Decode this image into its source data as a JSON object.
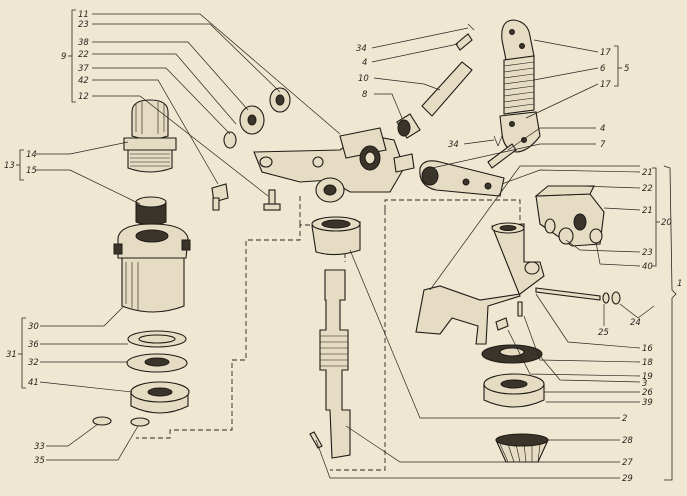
{
  "labels": {
    "l1": "1",
    "l2": "2",
    "l3": "3",
    "l4a": "4",
    "l4b": "4",
    "l5": "5",
    "l6": "6",
    "l7": "7",
    "l8": "8",
    "l9": "9",
    "l10": "10",
    "l11": "11",
    "l12": "12",
    "l13": "13",
    "l14": "14",
    "l15": "15",
    "l16": "16",
    "l17a": "17",
    "l17b": "17",
    "l18": "18",
    "l19": "19",
    "l20": "20",
    "l21a": "21",
    "l21b": "21",
    "l22a": "22",
    "l22b": "22",
    "l23a": "23",
    "l23b": "23",
    "l24": "24",
    "l25": "25",
    "l26": "26",
    "l27": "27",
    "l28": "28",
    "l29": "29",
    "l30": "30",
    "l31": "31",
    "l32": "32",
    "l33": "33",
    "l34a": "34",
    "l34b": "34",
    "l35": "35",
    "l36": "36",
    "l37": "37",
    "l38": "38",
    "l39": "39",
    "l40": "40",
    "l41": "41",
    "l42": "42"
  },
  "colors": {
    "paper": "#efe7d2",
    "ink": "#1e1b16"
  }
}
